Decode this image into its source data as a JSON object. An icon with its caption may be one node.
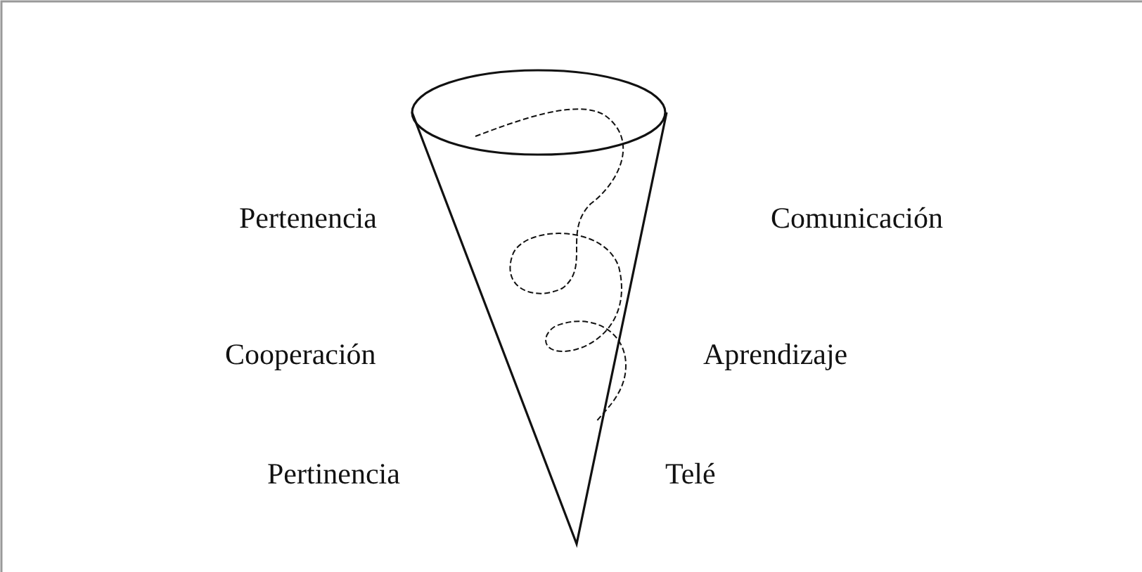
{
  "diagram": {
    "labels": [
      "Pertenencia",
      "Comunicación",
      "Cooperación",
      "Aprendizaje",
      "Pertinencia",
      "Telé"
    ]
  }
}
